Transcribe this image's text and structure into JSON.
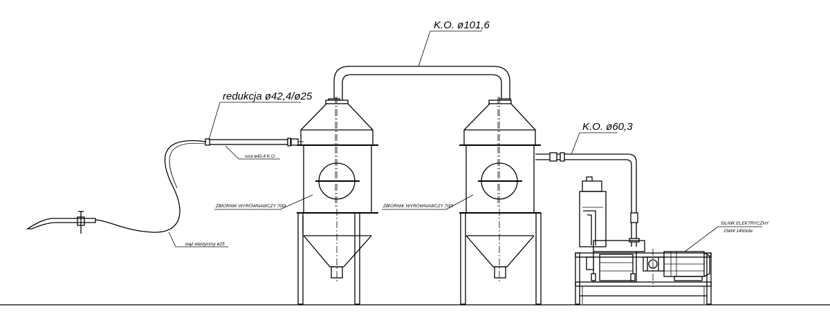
{
  "labels": {
    "pipe_top": "K.O. ø101,6",
    "reduction": "redukcja ø42,4/ø25",
    "pipe_right": "K.O. ø60,3",
    "pipe_small": "rura ø42,4 K.O.",
    "tank_left": "ZBIORNIK WYRÓWNAWCZY 700l",
    "tank_right": "ZBIORNIK WYRÓWNAWCZY 700l",
    "hose": "wąż elastyczny ø25",
    "motor_title": "SILNIK ELEKTRYCZNY",
    "motor_spec": "15kW 1450obr."
  }
}
